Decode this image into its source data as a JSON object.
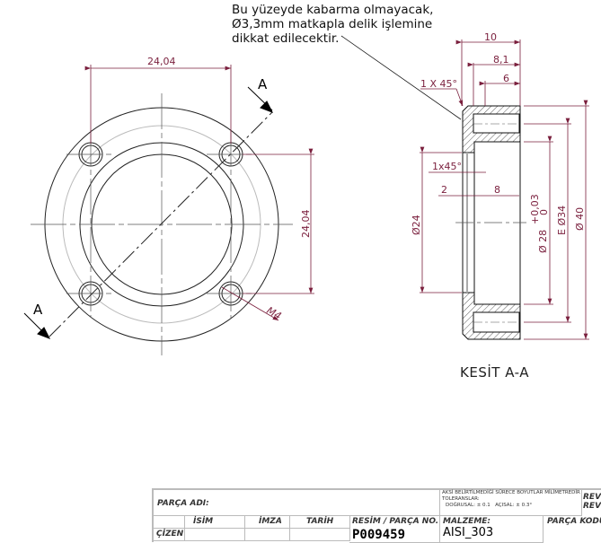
{
  "note": {
    "lines": [
      "Bu yüzeyde kabarma olmayacak,",
      "Ø3,3mm matkapla delik işlemine",
      "dikkat edilecektir."
    ]
  },
  "front_view": {
    "dim_horizontal": "24,04",
    "dim_vertical": "24,04",
    "section_label_top": "A",
    "section_label_bottom": "A",
    "thread": "M4"
  },
  "section_view": {
    "title": "KESİT A-A",
    "dim_10": "10",
    "dim_8_1": "8,1",
    "dim_6": "6",
    "chamfer_outer": "1 X 45°",
    "chamfer_inner": "1x45°",
    "dim_2": "2",
    "dim_8": "8",
    "dia_24": "Ø24",
    "dia_28": "Ø 28",
    "tol_upper": "+0,03",
    "tol_lower": "0",
    "dia_34": "E Ø34",
    "dia_40": "Ø 40"
  },
  "title_block": {
    "part_name_label": "PARÇA ADI:",
    "general_note": "AKSİ BELİRTİLMEDİĞİ SÜRECE BOYUTLAR MİLİMETREDİR",
    "tolerances_label": "TOLERANSLAR:",
    "linear": "DOĞRUSAL: ± 0.1",
    "angular": "AÇISAL: ± 0.3°",
    "rev1": "REVİ.",
    "rev2": "REVİ.",
    "name_col": "İSİM",
    "sign_col": "İMZA",
    "date_col": "TARİH",
    "drawing_no_label": "RESİM / PARÇA NO.",
    "drawing_no": "P009459",
    "material_label": "MALZEME:",
    "material": "AISI_303",
    "part_code_label": "PARÇA KODU :",
    "drawn_by_label": "ÇİZEN"
  }
}
